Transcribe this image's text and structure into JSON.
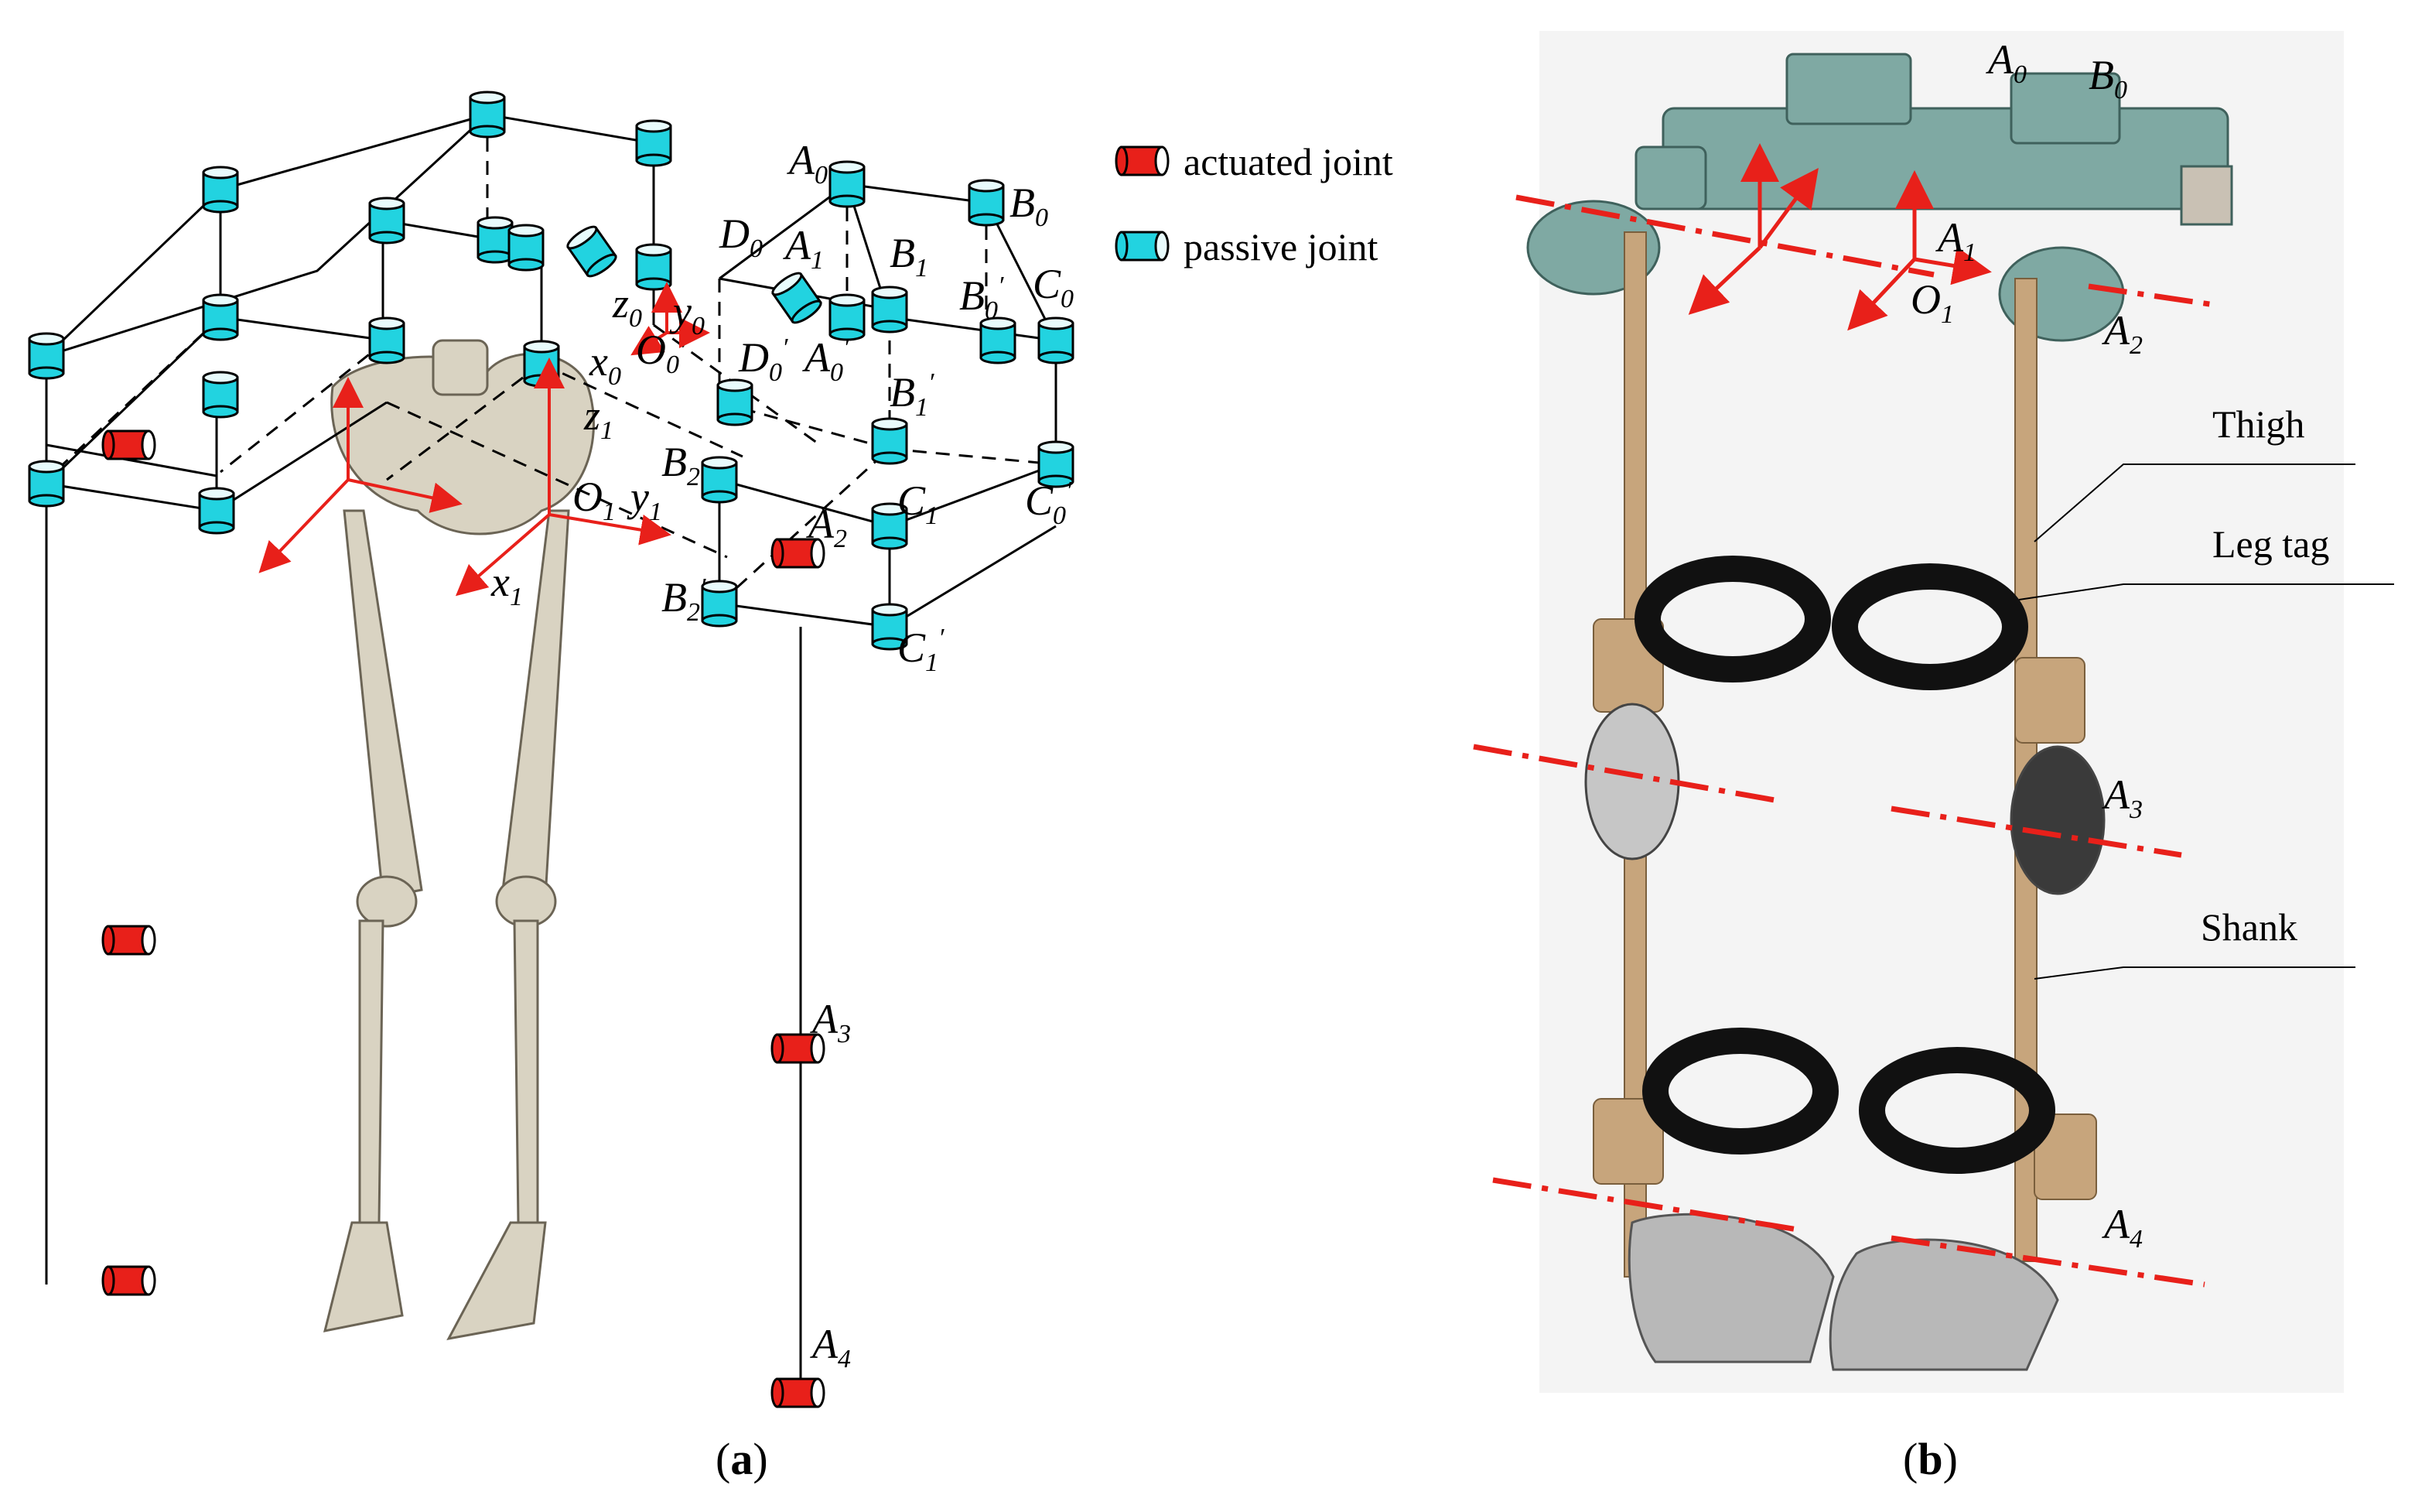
{
  "legend": {
    "actuated": "actuated joint",
    "passive": "passive joint"
  },
  "colors": {
    "actuated": "#e8201a",
    "passive": "#22d3e0",
    "axis": "#e8201a",
    "bone": "#d9d3c2",
    "robot_frame": "#7fa9a3",
    "robot_link": "#c7a57c",
    "strap": "#111111"
  },
  "panel_a": {
    "caption_open": "(",
    "caption_letter": "a",
    "caption_close": ")",
    "points": {
      "A0": {
        "base": "A",
        "sub": "0",
        "prime": ""
      },
      "A0p": {
        "base": "A",
        "sub": "0",
        "prime": "′"
      },
      "A1": {
        "base": "A",
        "sub": "1",
        "prime": ""
      },
      "A2": {
        "base": "A",
        "sub": "2",
        "prime": ""
      },
      "A3": {
        "base": "A",
        "sub": "3",
        "prime": ""
      },
      "A4": {
        "base": "A",
        "sub": "4",
        "prime": ""
      },
      "B0": {
        "base": "B",
        "sub": "0",
        "prime": ""
      },
      "B0p": {
        "base": "B",
        "sub": "0",
        "prime": "′"
      },
      "B1": {
        "base": "B",
        "sub": "1",
        "prime": ""
      },
      "B1p": {
        "base": "B",
        "sub": "1",
        "prime": "′"
      },
      "B2": {
        "base": "B",
        "sub": "2",
        "prime": ""
      },
      "B2p": {
        "base": "B",
        "sub": "2",
        "prime": "′"
      },
      "C0": {
        "base": "C",
        "sub": "0",
        "prime": ""
      },
      "C0p": {
        "base": "C",
        "sub": "0",
        "prime": "′"
      },
      "C1": {
        "base": "C",
        "sub": "1",
        "prime": ""
      },
      "C1p": {
        "base": "C",
        "sub": "1",
        "prime": "′"
      },
      "D0": {
        "base": "D",
        "sub": "0",
        "prime": ""
      },
      "D0p": {
        "base": "D",
        "sub": "0",
        "prime": "′"
      },
      "O0": {
        "base": "O",
        "sub": "0",
        "prime": ""
      },
      "O1": {
        "base": "O",
        "sub": "1",
        "prime": ""
      },
      "x0": {
        "base": "x",
        "sub": "0",
        "prime": ""
      },
      "y0": {
        "base": "y",
        "sub": "0",
        "prime": ""
      },
      "z0": {
        "base": "z",
        "sub": "0",
        "prime": ""
      },
      "x1": {
        "base": "x",
        "sub": "1",
        "prime": ""
      },
      "y1": {
        "base": "y",
        "sub": "1",
        "prime": ""
      },
      "z1": {
        "base": "z",
        "sub": "1",
        "prime": ""
      }
    }
  },
  "panel_b": {
    "caption_open": "(",
    "caption_letter": "b",
    "caption_close": ")",
    "callouts": {
      "thigh": "Thigh",
      "leg_tag": "Leg tag",
      "shank": "Shank"
    },
    "points": {
      "A0": {
        "base": "A",
        "sub": "0"
      },
      "B0": {
        "base": "B",
        "sub": "0"
      },
      "A1": {
        "base": "A",
        "sub": "1"
      },
      "O1": {
        "base": "O",
        "sub": "1"
      },
      "A2": {
        "base": "A",
        "sub": "2"
      },
      "A3": {
        "base": "A",
        "sub": "3"
      },
      "A4": {
        "base": "A",
        "sub": "4"
      }
    }
  }
}
